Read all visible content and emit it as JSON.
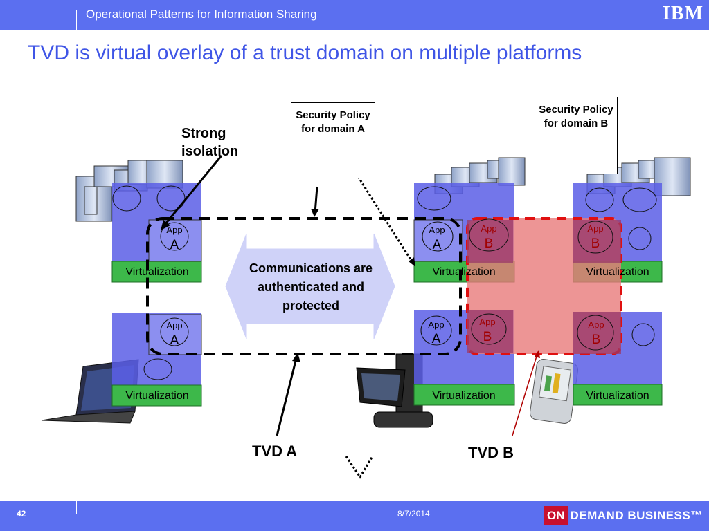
{
  "header": {
    "title": "Operational Patterns for Information Sharing",
    "logo": "IBM"
  },
  "slide": {
    "title": "TVD is virtual overlay of a trust domain on multiple platforms"
  },
  "labels": {
    "strong_isolation": "Strong isolation",
    "policy_a": "Security Policy for domain A",
    "policy_b": "Security Policy for domain B",
    "communications": "Communications are authenticated and protected",
    "tvd_a": "TVD A",
    "tvd_b": "TVD B"
  },
  "platforms": {
    "virtualization_label": "Virtualization",
    "app_small": "App",
    "letter_a": "A",
    "letter_b": "B"
  },
  "footer": {
    "page": "42",
    "date": "8/7/2014",
    "brand_on": "ON",
    "brand_text": "DEMAND BUSINESS™"
  },
  "colors": {
    "header": "#5b6ff0",
    "title": "#3f55e6",
    "platform": "#5a5ee6",
    "virtualization": "#3db84a",
    "tvd_b_fill": "#e87a7a",
    "tvd_b_border": "#e01010"
  }
}
